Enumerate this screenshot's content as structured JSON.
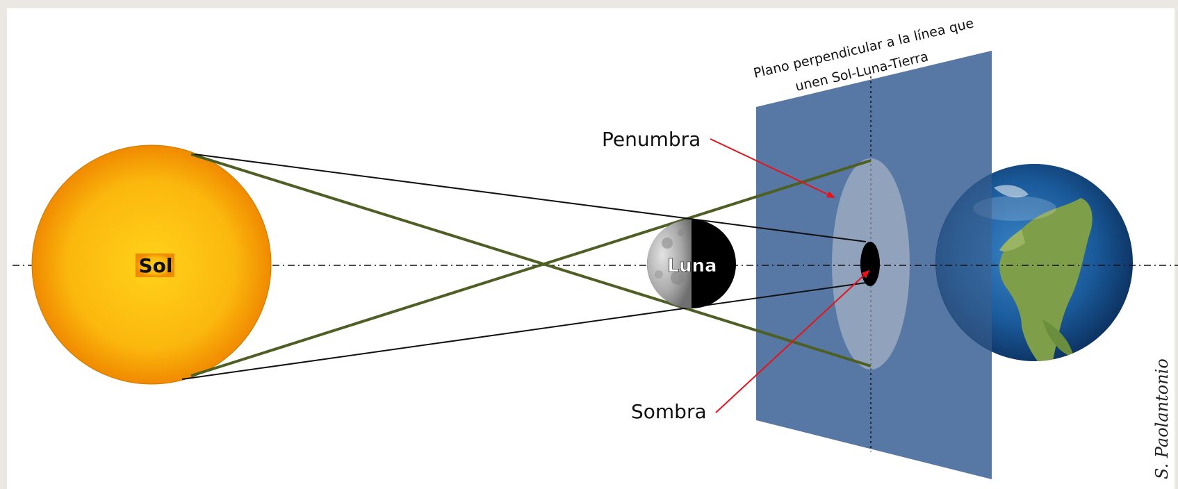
{
  "labels": {
    "sun": "Sol",
    "moon": "Luna",
    "penumbra": "Penumbra",
    "shadow": "Sombra",
    "plane_line1": "Plano perpendicular a la línea que",
    "plane_line2": "unen Sol-Luna-Tierra",
    "credit": "S. Paolantonio"
  },
  "colors": {
    "background": "#ebe8e3",
    "panel": "#ffffff",
    "sun_center": "#ffd21a",
    "sun_edge": "#f08a00",
    "plane": "#5778a4",
    "penumbra_line": "#4e5f24",
    "umbra_line": "#111111",
    "pointer": "#e8121a",
    "earth_ocean": "#1a4f8c",
    "earth_land": "#7e9e4a"
  },
  "icons": {
    "sun": "sun-disc",
    "moon": "half-lit-moon",
    "earth": "earth-globe"
  }
}
